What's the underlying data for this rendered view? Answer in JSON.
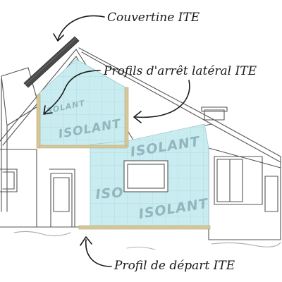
{
  "callouts": {
    "couvertine": "Couvertine ITE",
    "profils_arret": "Profils d'arrêt latéral ITE",
    "profil_depart": "Profil de départ ITE"
  },
  "insulation_labels": {
    "gable_1": "ISOLANT",
    "gable_2": "ISOLANT",
    "wall_1": "ISOLANT",
    "wall_2": "ISO",
    "wall_3": "ISOLANT"
  },
  "colors": {
    "insulation_fill": "#c9ecf0",
    "insulation_grid": "#aed7dd",
    "insulation_text": "#8fb7bd",
    "profile": "#d6c79a",
    "sketch_line": "#555555",
    "coping": "#4a4a4a"
  }
}
